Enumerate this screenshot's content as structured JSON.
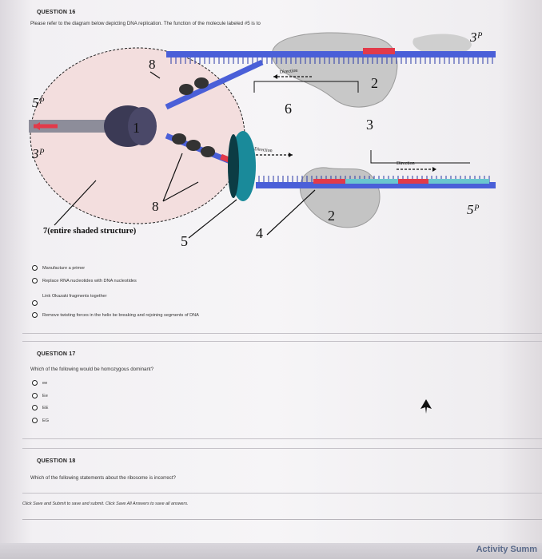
{
  "q16": {
    "title": "QUESTION 16",
    "prompt": "Please refer to the diagram below depicting DNA replication. The function of the molecule labeled #5 is to",
    "options": [
      "Manufacture a primer",
      "Replace RNA nucleotides with DNA nucleotides",
      "Link Okazaki fragments together",
      "Remove twisting forces in the helix be breaking and rejoining segments of DNA"
    ],
    "diagram": {
      "label_5p_left": "5ᴾ",
      "label_3p_left": "3ᴾ",
      "label_3p_top_right": "3ᴾ",
      "label_5p_bottom_right": "5ᴾ",
      "num_8_top": "8",
      "num_8_bottom": "8",
      "num_1": "1",
      "num_2_top": "2",
      "num_2_bottom": "2",
      "num_3": "3",
      "num_4": "4",
      "num_5": "5",
      "num_6": "6",
      "num_7": "7(entire shaded structure)",
      "dir_top": "Direction",
      "dir_mid": "Direction",
      "dir_right": "Direction"
    }
  },
  "q17": {
    "title": "QUESTION 17",
    "prompt": "Which of the following would be homozygous dominant?",
    "options": [
      "ee",
      "Ee",
      "EE",
      "EG"
    ]
  },
  "q18": {
    "title": "QUESTION 18",
    "prompt": "Which of the following statements about the ribosome is incorrect?"
  },
  "footer": "Click Save and Submit to save and submit. Click Save All Answers to save all answers.",
  "strip": "Activity Summ"
}
